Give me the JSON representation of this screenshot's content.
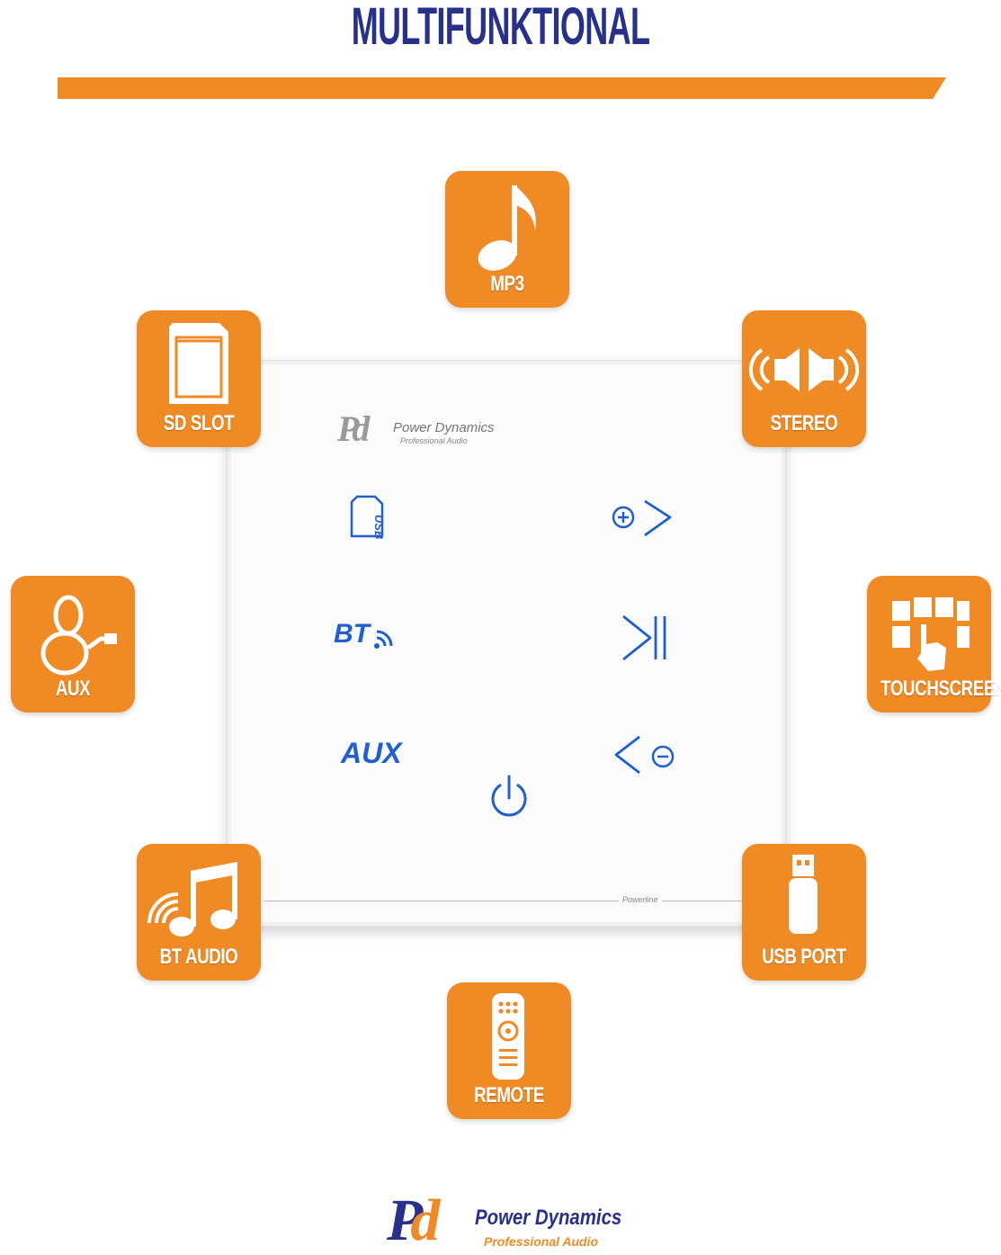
{
  "headline": "MULTIFUNKTIONAL",
  "colors": {
    "accent": "#f08a24",
    "navy": "#27318b",
    "touch_blue": "#1f5fd1"
  },
  "features": {
    "mp3": {
      "label": "MP3",
      "icon": "music-note-icon"
    },
    "sd_slot": {
      "label": "SD SLOT",
      "icon": "sd-card-icon"
    },
    "stereo": {
      "label": "STEREO",
      "icon": "speakers-icon"
    },
    "aux": {
      "label": "AUX",
      "icon": "aux-cable-icon"
    },
    "touchscreen": {
      "label": "TOUCHSCREEN",
      "icon": "touch-hand-icon"
    },
    "bt_audio": {
      "label": "BT AUDIO",
      "icon": "bluetooth-music-icon"
    },
    "usb_port": {
      "label": "USB PORT",
      "icon": "usb-stick-icon"
    },
    "remote": {
      "label": "REMOTE",
      "icon": "remote-control-icon"
    }
  },
  "panel": {
    "brand_mark": "Pd",
    "brand_name": "Power Dynamics",
    "brand_sub": "Professional Audio",
    "usb_label": "USB",
    "bt_label": "BT",
    "aux_label": "AUX",
    "line_label": "Powerline"
  },
  "footer": {
    "brand_mark_p": "P",
    "brand_mark_d": "d",
    "brand_name": "Power Dynamics",
    "brand_sub": "Professional Audio"
  }
}
